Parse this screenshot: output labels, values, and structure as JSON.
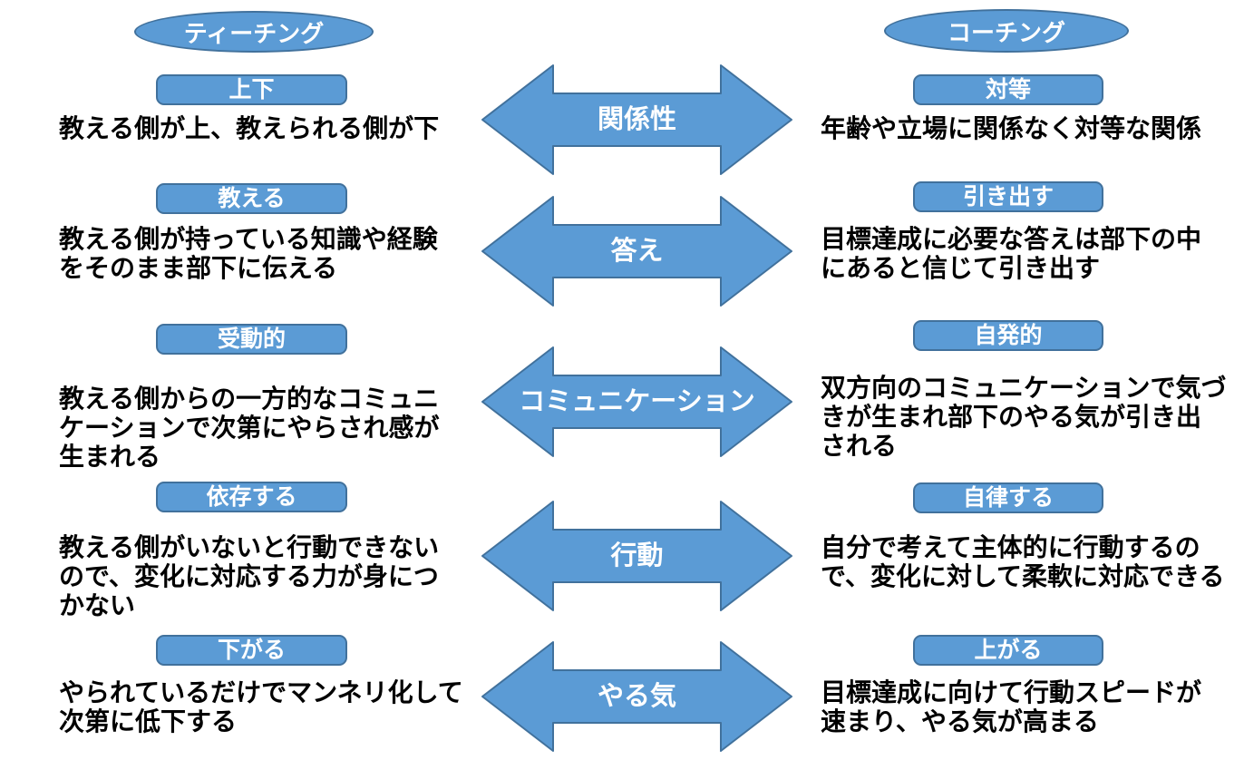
{
  "headers": {
    "left": "ティーチング",
    "right": "コーチング"
  },
  "rows": [
    {
      "category": "関係性",
      "left": {
        "badge": "上下",
        "lines": [
          "教える側が上、教えられる側が下"
        ]
      },
      "right": {
        "badge": "対等",
        "lines": [
          "年齢や立場に関係なく対等な関係"
        ]
      }
    },
    {
      "category": "答え",
      "left": {
        "badge": "教える",
        "lines": [
          "教える側が持っている知識や経験",
          "をそのまま部下に伝える"
        ]
      },
      "right": {
        "badge": "引き出す",
        "lines": [
          "目標達成に必要な答えは部下の中",
          "にあると信じて引き出す"
        ]
      }
    },
    {
      "category": "コミュニケーション",
      "left": {
        "badge": "受動的",
        "lines": [
          "教える側からの一方的なコミュニ",
          "ケーションで次第にやらされ感が",
          "生まれる"
        ]
      },
      "right": {
        "badge": "自発的",
        "lines": [
          "双方向のコミュニケーションで気づ",
          "きが生まれ部下のやる気が引き出",
          "される"
        ]
      }
    },
    {
      "category": "行動",
      "left": {
        "badge": "依存する",
        "lines": [
          "教える側がいないと行動できない",
          "ので、変化に対応する力が身につ",
          "かない"
        ]
      },
      "right": {
        "badge": "自律する",
        "lines": [
          "自分で考えて主体的に行動するの",
          "で、変化に対して柔軟に対応できる"
        ]
      }
    },
    {
      "category": "やる気",
      "left": {
        "badge": "下がる",
        "lines": [
          "やられているだけでマンネリ化して",
          "次第に低下する"
        ]
      },
      "right": {
        "badge": "上がる",
        "lines": [
          "目標達成に向けて行動スピードが",
          "速まり、やる気が高まる"
        ]
      }
    }
  ],
  "colors": {
    "shape_fill": "#5B9BD5",
    "shape_border": "#41719C",
    "shape_label_text": "#FFFFFF",
    "body_text": "#000000",
    "background": "#FFFFFF"
  }
}
